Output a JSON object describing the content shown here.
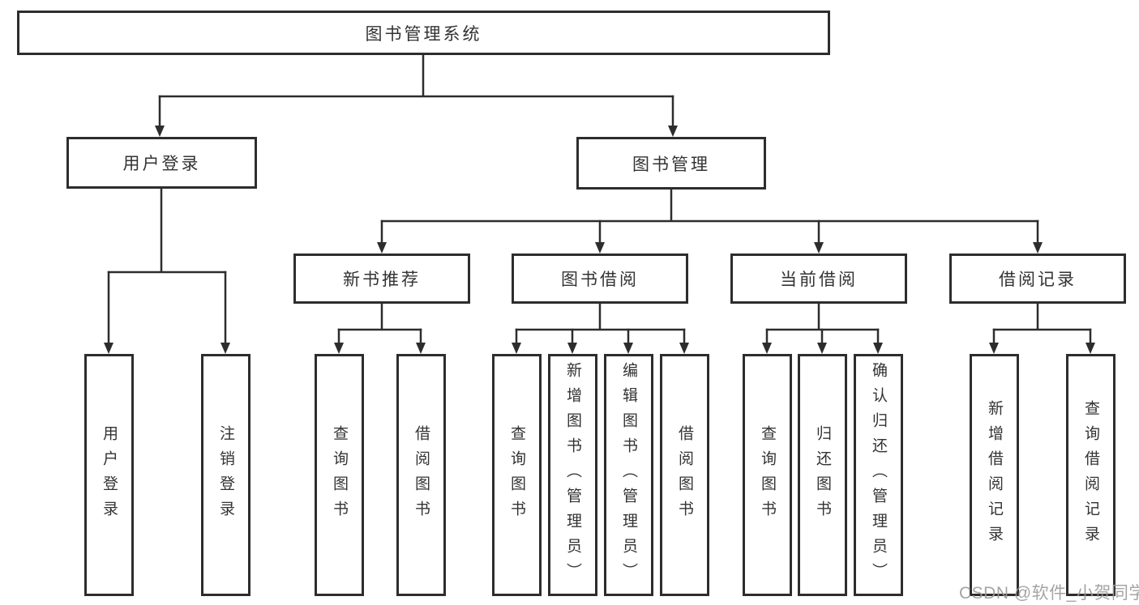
{
  "diagram": {
    "title": "图书管理系统",
    "watermark": "CSDN @软件_小贺同学",
    "colors": {
      "line": "#2d2d2d",
      "box_border": "#2d2d2d",
      "text": "#333333",
      "watermark": "#9b9b9b",
      "background": "#ffffff"
    },
    "nodes": {
      "root": {
        "label": "图书管理系统"
      },
      "user_login": {
        "label": "用户登录"
      },
      "book_mgmt": {
        "label": "图书管理"
      },
      "new_book_rec": {
        "label": "新书推荐"
      },
      "book_borrow": {
        "label": "图书借阅"
      },
      "current_borrow": {
        "label": "当前借阅"
      },
      "borrow_records": {
        "label": "借阅记录"
      },
      "leaf_user_login": {
        "label": "用户登录"
      },
      "leaf_logout": {
        "label": "注销登录"
      },
      "leaf_query_books_rec": {
        "label": "查询图书"
      },
      "leaf_borrow_books_rec": {
        "label": "借阅图书"
      },
      "leaf_query_books_borrow": {
        "label": "查询图书"
      },
      "leaf_add_books": {
        "label": "新增图书（管理员）"
      },
      "leaf_edit_books": {
        "label": "编辑图书（管理员）"
      },
      "leaf_borrow_books_borrow": {
        "label": "借阅图书"
      },
      "leaf_query_books_current": {
        "label": "查询图书"
      },
      "leaf_return_books": {
        "label": "归还图书"
      },
      "leaf_confirm_return": {
        "label": "确认归还（管理员）"
      },
      "leaf_add_borrow_record": {
        "label": "新增借阅记录"
      },
      "leaf_query_borrow_record": {
        "label": "查询借阅记录"
      }
    },
    "structure": [
      {
        "parent": "图书管理系统",
        "children": [
          "用户登录",
          "图书管理"
        ]
      },
      {
        "parent": "用户登录",
        "children": [
          "用户登录",
          "注销登录"
        ]
      },
      {
        "parent": "图书管理",
        "children": [
          "新书推荐",
          "图书借阅",
          "当前借阅",
          "借阅记录"
        ]
      },
      {
        "parent": "新书推荐",
        "children": [
          "查询图书",
          "借阅图书"
        ]
      },
      {
        "parent": "图书借阅",
        "children": [
          "查询图书",
          "新增图书（管理员）",
          "编辑图书（管理员）",
          "借阅图书"
        ]
      },
      {
        "parent": "当前借阅",
        "children": [
          "查询图书",
          "归还图书",
          "确认归还（管理员）"
        ]
      },
      {
        "parent": "借阅记录",
        "children": [
          "新增借阅记录",
          "查询借阅记录"
        ]
      }
    ]
  }
}
